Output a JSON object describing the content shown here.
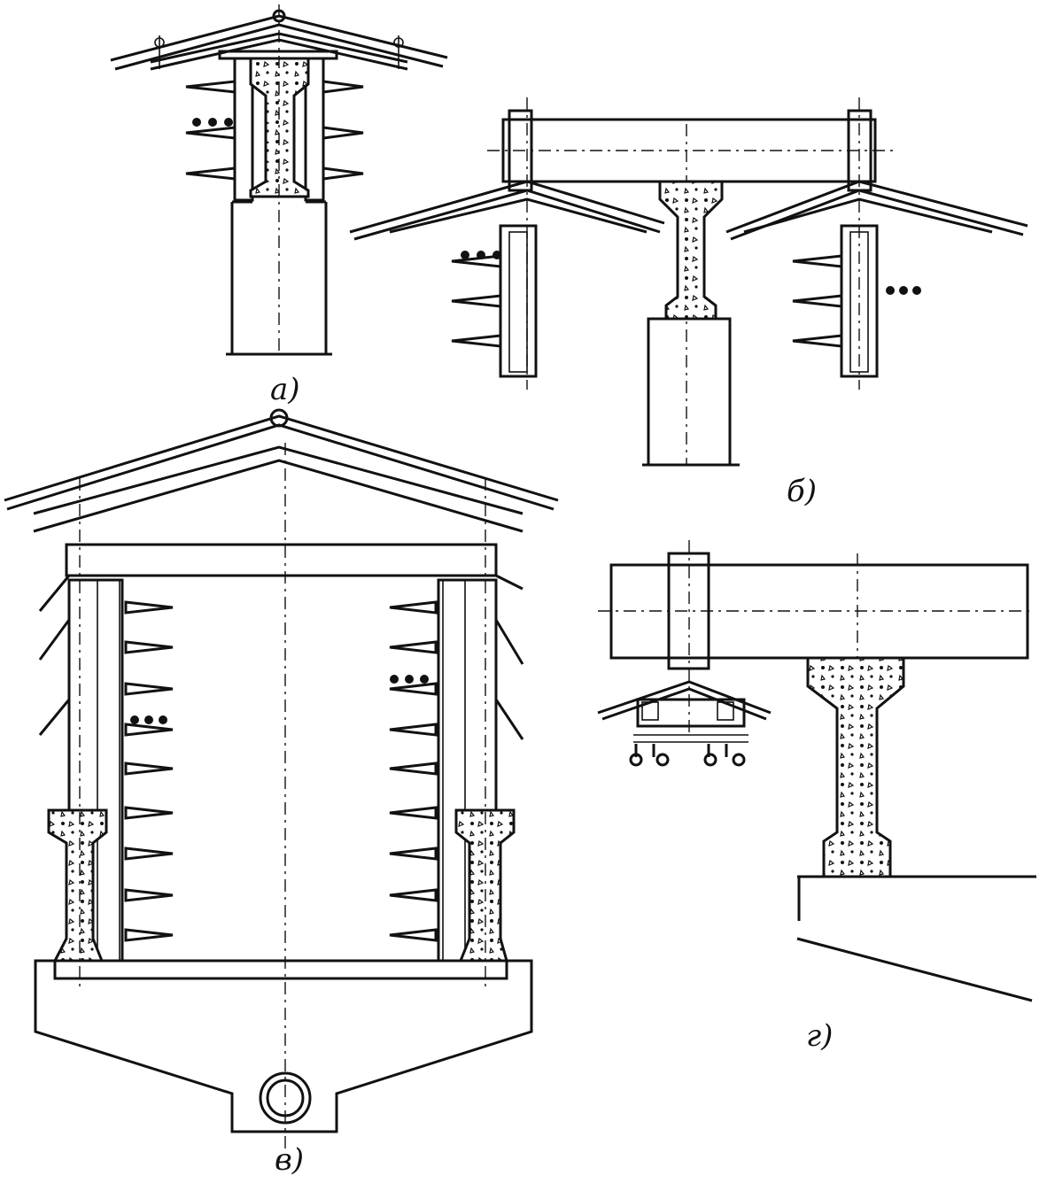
{
  "labels": {
    "a": "а)",
    "b": "б)",
    "v": "в)",
    "g": "г)"
  },
  "colors": {
    "ink": "#111111",
    "paper": "#ffffff"
  }
}
